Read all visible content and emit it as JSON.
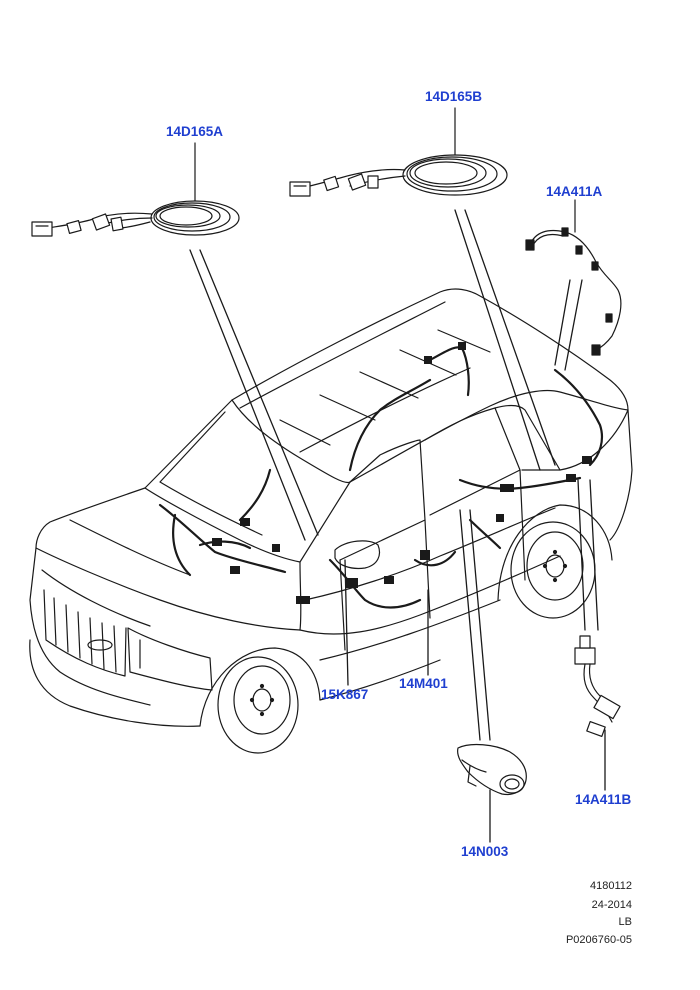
{
  "callouts": {
    "a": "14D165A",
    "b": "14D165B",
    "c": "14A411A",
    "d": "15K867",
    "e": "14M401",
    "f": "14A411B",
    "g": "14N003"
  },
  "meta": {
    "line1": "4180112",
    "line2": "24-2014",
    "line3": "LB",
    "line4": "P0206760-05"
  },
  "colors": {
    "callout": "#1f3fd0",
    "line": "#1a1a1a"
  }
}
